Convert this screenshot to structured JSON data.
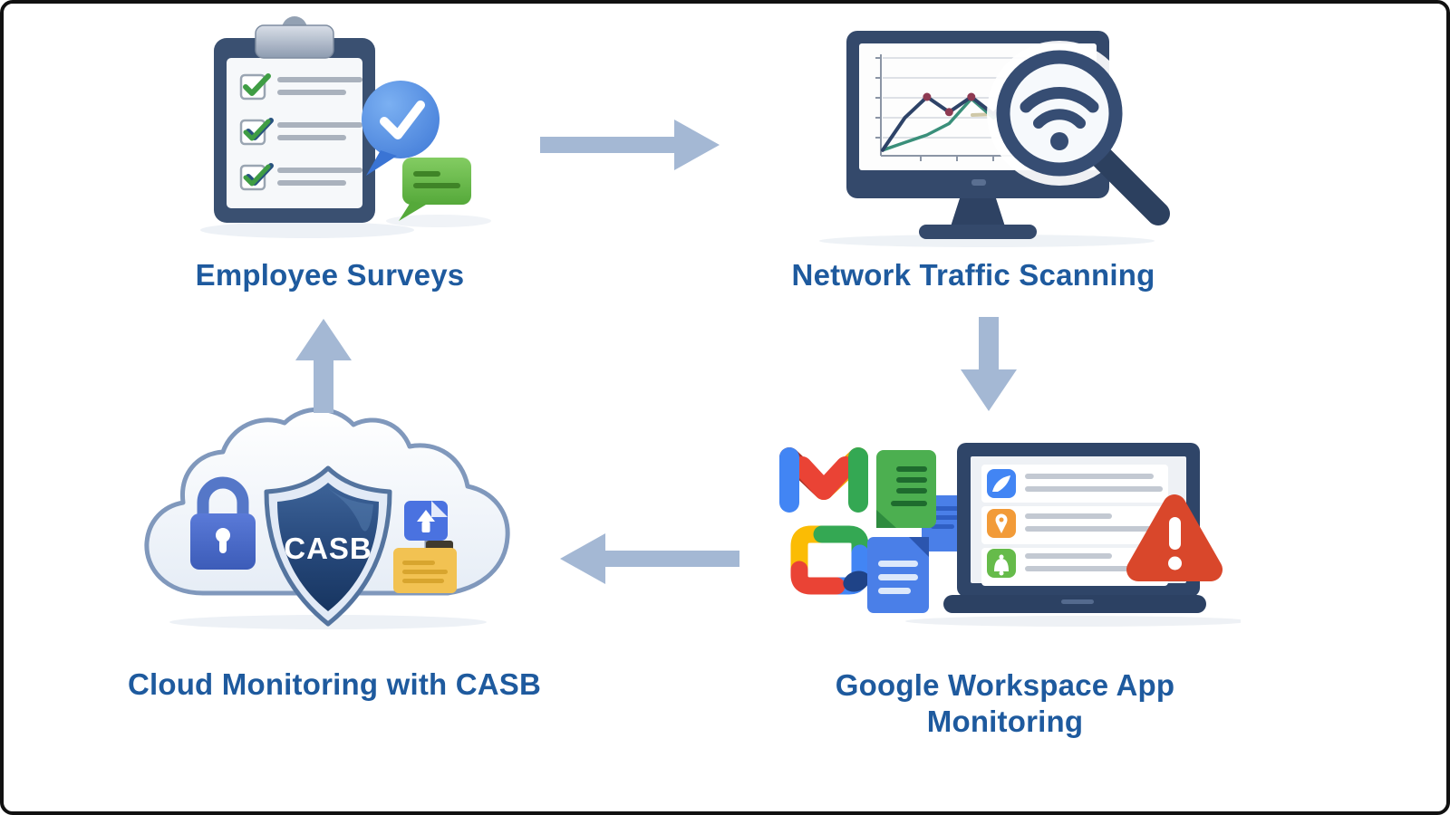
{
  "diagram": {
    "type": "cycle-flow",
    "nodes": [
      {
        "id": "employee-surveys",
        "label": "Employee Surveys",
        "icon": "clipboard-checklist-icon"
      },
      {
        "id": "network-traffic-scanning",
        "label": "Network Traffic Scanning",
        "icon": "monitor-magnifier-wifi-icon"
      },
      {
        "id": "google-workspace-app-monitoring",
        "label": "Google Workspace App Monitoring",
        "icon": "google-apps-laptop-alert-icon"
      },
      {
        "id": "cloud-monitoring-with-casb",
        "label": "Cloud Monitoring with CASB",
        "icon": "cloud-shield-lock-icon"
      }
    ],
    "shield_text": "CASB",
    "arrows": [
      {
        "from": "employee-surveys",
        "to": "network-traffic-scanning",
        "direction": "right"
      },
      {
        "from": "network-traffic-scanning",
        "to": "google-workspace-app-monitoring",
        "direction": "down"
      },
      {
        "from": "google-workspace-app-monitoring",
        "to": "cloud-monitoring-with-casb",
        "direction": "left"
      },
      {
        "from": "cloud-monitoring-with-casb",
        "to": "employee-surveys",
        "direction": "up"
      }
    ],
    "colors": {
      "label_text": "#1e5a9e",
      "arrow": "#a4b8d4",
      "navy": "#33486b",
      "cloud_outline": "#8098bc",
      "warning_red": "#d9472b",
      "google_blue": "#4285f4",
      "google_red": "#ea4335",
      "google_yellow": "#fbbc04",
      "google_green": "#34a853",
      "bubble_blue": "#4a86e0",
      "bubble_green": "#68be4e",
      "lock_blue": "#4a67c4",
      "folder_yellow": "#f1c14d",
      "check_green": "#3f9d44"
    }
  },
  "chart_data": {
    "type": "line",
    "context": "decorative mini chart shown on the monitor icon",
    "title": "",
    "xlabel": "",
    "ylabel": "",
    "ylim": [
      0,
      5.5
    ],
    "gridlines": 5,
    "series": [
      {
        "name": "navy",
        "color": "#2e4368",
        "values": [
          0.2,
          1.9,
          3.0,
          2.2,
          3.0,
          2.1,
          3.3,
          2.2,
          5.0,
          3.3
        ]
      },
      {
        "name": "teal",
        "color": "#3a8f7a",
        "values": [
          0.2,
          0.6,
          1.0,
          1.6,
          2.9,
          1.9,
          2.7,
          2.15,
          2.2,
          2.3
        ]
      },
      {
        "name": "beige",
        "color": "#cfc8a8",
        "values": [
          2.05,
          2.1,
          2.1,
          2.15,
          2.2
        ],
        "x": [
          0.45,
          0.6,
          0.75,
          0.9,
          1.0
        ]
      }
    ],
    "marker_indices": [
      2,
      3,
      4,
      6,
      8
    ],
    "marker_color": "#8e3a52"
  }
}
